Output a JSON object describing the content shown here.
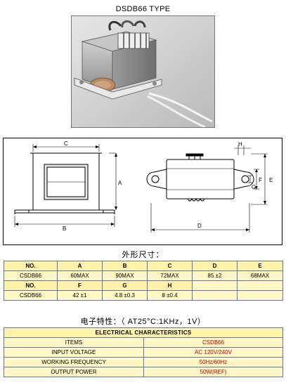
{
  "title": "DSDB66 TYPE",
  "drawing": {
    "labels": {
      "c": "C",
      "a": "A",
      "b": "B",
      "h": "H",
      "e": "E",
      "f": "F",
      "g": "G",
      "d": "D"
    }
  },
  "dims_title": "外形尺寸：",
  "dims_table": {
    "row1_headers": [
      "NO.",
      "A",
      "B",
      "C",
      "D",
      "E"
    ],
    "row1_values": [
      "CSDB66",
      "60MAX",
      "90MAX",
      "72MAX",
      "85 ±2",
      "68MAX"
    ],
    "row2_headers": [
      "NO.",
      "F",
      "G",
      "H",
      "",
      ""
    ],
    "row2_values": [
      "CSDB66",
      "42 ±1",
      "4.8 ±0.3",
      "8 ±0.4",
      "",
      ""
    ]
  },
  "char_title": "电子特性：（ AT25°C:1KHz，1V）",
  "elec_table": {
    "heading": "ELECTRICAL CHARACTERISTICS",
    "col_items": "ITEMS",
    "col_model": "CSDB66",
    "rows": [
      {
        "item": "INPUT VOLTAGE",
        "value": "AC  120V/240V"
      },
      {
        "item": "WORKING  FREQUENCY",
        "value": "50Hz/60Hz"
      },
      {
        "item": "OUTPUT POWER",
        "value": "50W(REF)"
      }
    ]
  },
  "colors": {
    "table_bg": "#fff7c4",
    "table_border": "#5a78b8",
    "value_red": "#cc0000"
  }
}
